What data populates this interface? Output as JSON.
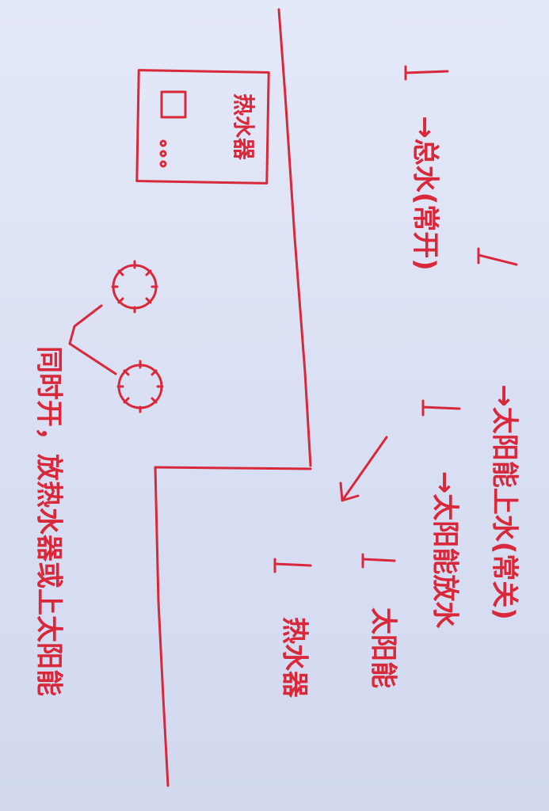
{
  "notes": {
    "line1": "→太阳能上水(常关)",
    "line2": "→太阳能放水",
    "line3": "太阳能",
    "line4": "热水器",
    "line5": "→总水(常开)",
    "line6": "同时开，放热水器或上太阳能",
    "box_label": "热水器"
  },
  "colors": {
    "ink": "#d8283a",
    "paper": "#dde3f5"
  }
}
